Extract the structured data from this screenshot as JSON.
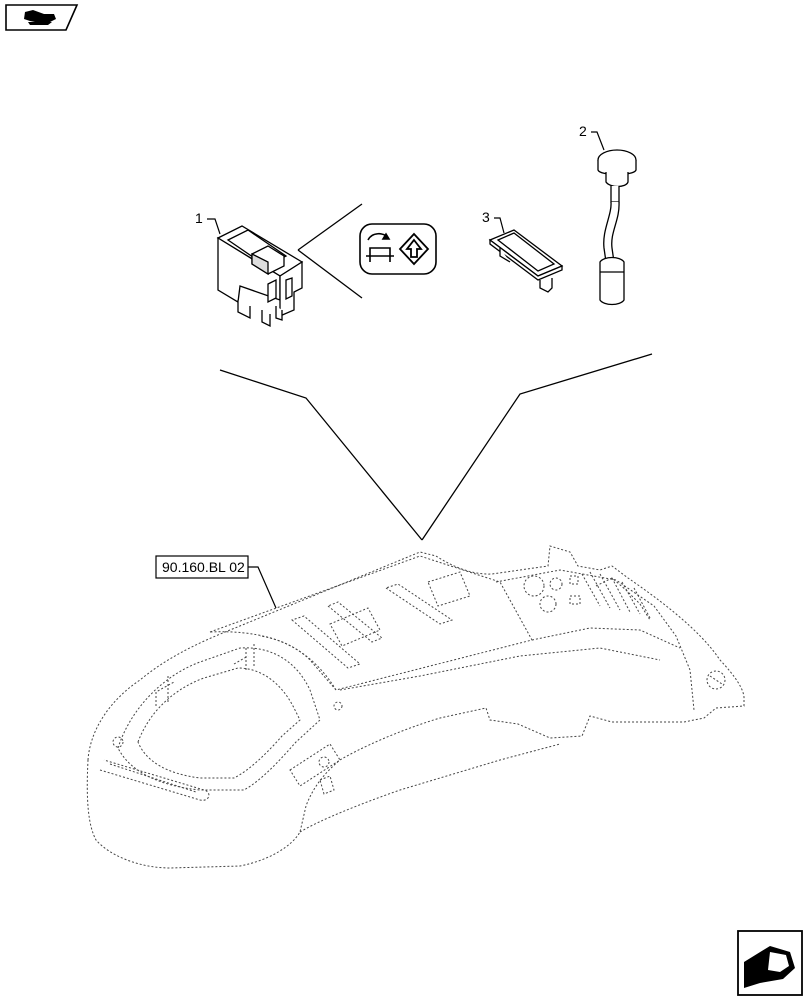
{
  "nav": {
    "top_icon": "previous-page-hand-icon",
    "bottom_icon": "next-page-hand-icon"
  },
  "callouts": {
    "item_1": "1",
    "item_2": "2",
    "item_3": "3"
  },
  "reference": {
    "label": "90.160.BL 02"
  }
}
